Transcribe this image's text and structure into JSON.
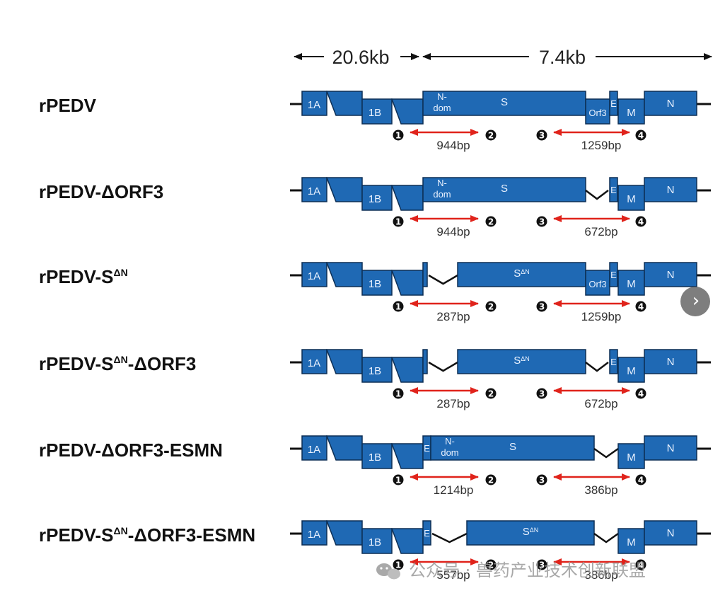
{
  "header": {
    "left_span": "20.6kb",
    "right_span": "7.4kb"
  },
  "rows": [
    {
      "name": "rPEDV",
      "variant": "full",
      "bp1": "944bp",
      "bp2": "1259bp"
    },
    {
      "name": "rPEDV-ΔORF3",
      "variant": "dORF3",
      "bp1": "944bp",
      "bp2": "672bp"
    },
    {
      "name": "rPEDV-SΔN",
      "variant": "dN",
      "bp1": "287bp",
      "bp2": "1259bp"
    },
    {
      "name": "rPEDV-SΔN-ΔORF3",
      "variant": "dN_dORF3",
      "bp1": "287bp",
      "bp2": "672bp"
    },
    {
      "name": "rPEDV-ΔORF3-ESMN",
      "variant": "ESMN",
      "bp1": "1214bp",
      "bp2": "386bp"
    },
    {
      "name": "rPEDV-SΔN-ΔORF3-ESMN",
      "variant": "dN_ESMN",
      "bp1": "557bp",
      "bp2": "386bp"
    }
  ],
  "gene_labels": {
    "1A": "1A",
    "1B": "1B",
    "ndom": [
      "N-",
      "dom"
    ],
    "S": "S",
    "SdN": "S",
    "dN_sup": "ΔN",
    "orf3": "Orf3",
    "E": "E",
    "M": "M",
    "N": "N"
  },
  "primer_numbers": [
    "1",
    "2",
    "3",
    "4"
  ],
  "watermark": {
    "icon": "wechat-icon",
    "text": "公众号 · 兽药产业技术创新联盟"
  },
  "colors": {
    "segment_fill": "#1f69b4",
    "segment_stroke": "#0d2f55",
    "arrow": "#e0231b",
    "primer_dot": "#111111"
  },
  "nav": {
    "icon": "chevron-right-icon",
    "glyph": "›"
  }
}
